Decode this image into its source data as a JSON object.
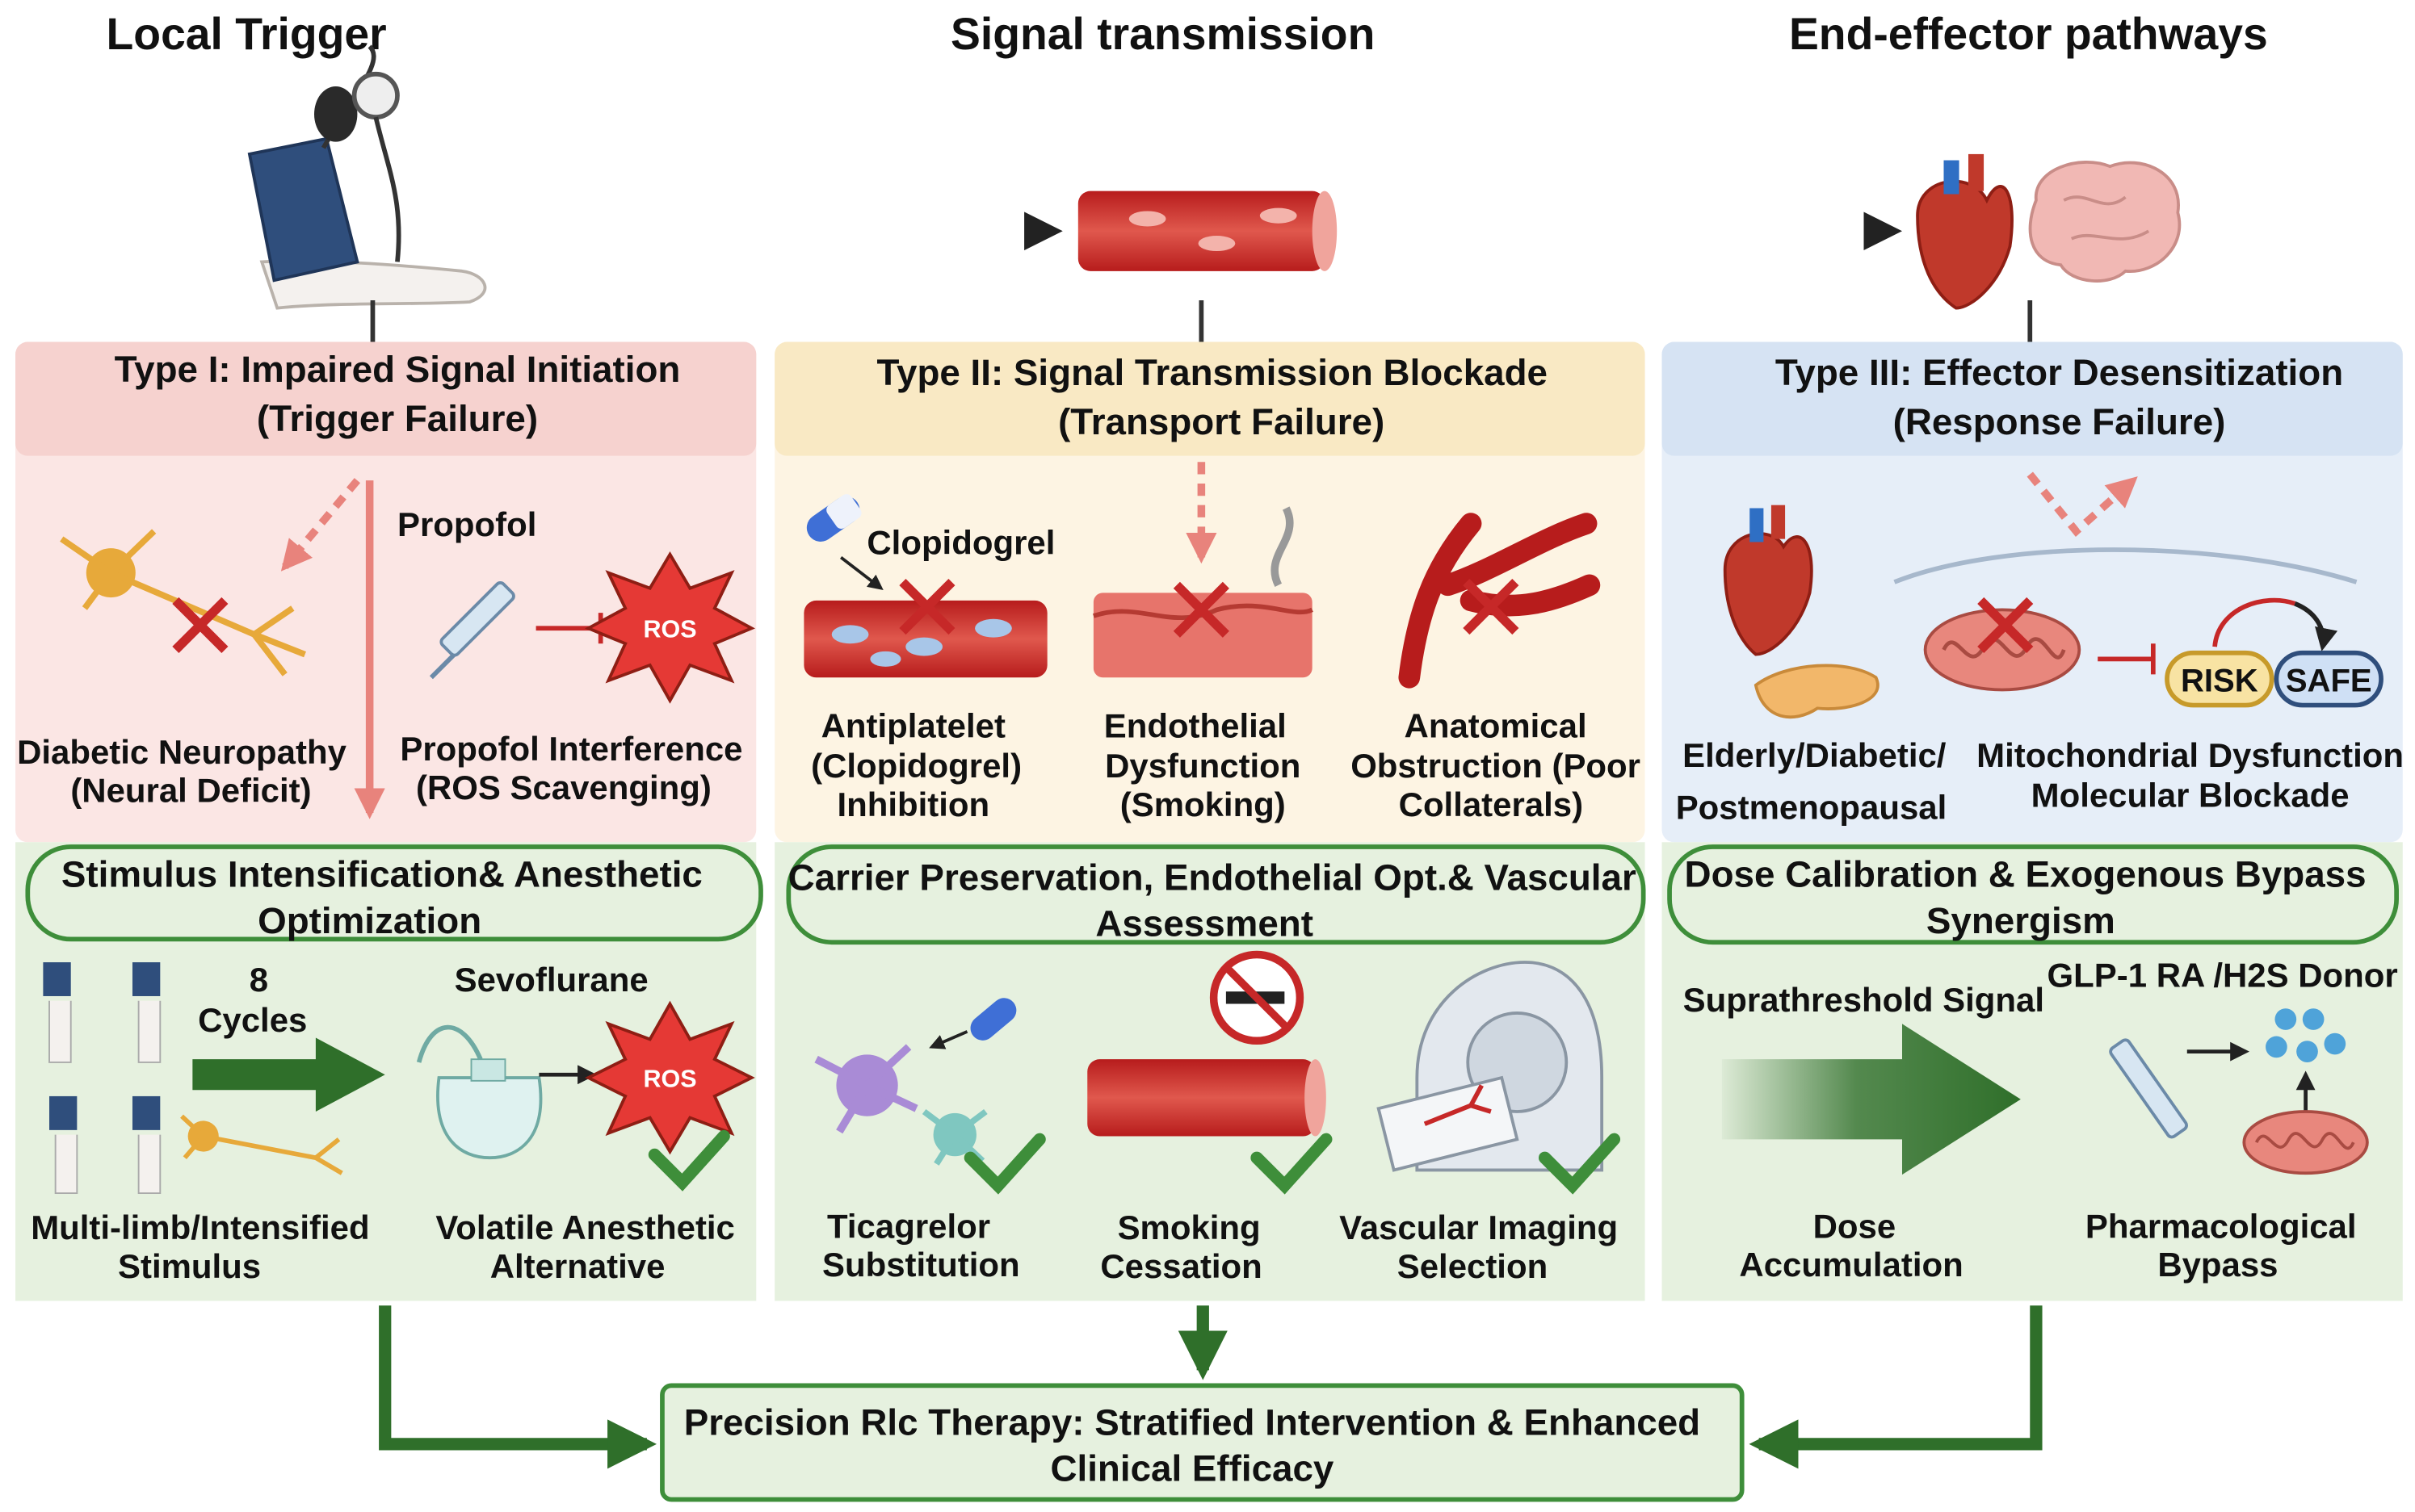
{
  "titles": {
    "local_trigger": "Local Trigger",
    "signal_transmission": "Signal transmission",
    "end_effector": "End-effector pathways"
  },
  "type1": {
    "header_line1": "Type I: Impaired Signal Initiation",
    "header_line2": "(Trigger Failure)",
    "propofol": "Propofol",
    "ros": "ROS",
    "neuropathy_line1": "Diabetic Neuropathy",
    "neuropathy_line2": "(Neural Deficit)",
    "interference_line1": "Propofol Interference",
    "interference_line2": "(ROS Scavenging)",
    "strategy_line1": "Stimulus Intensification& Anesthetic",
    "strategy_line2": "Optimization",
    "cycles_number": "8",
    "cycles_word": "Cycles",
    "sevoflurane": "Sevoflurane",
    "ros2": "ROS",
    "multilimb_line1": "Multi-limb/Intensified",
    "multilimb_line2": "Stimulus",
    "volatile_line1": "Volatile Anesthetic",
    "volatile_line2": "Alternative"
  },
  "type2": {
    "header_line1": "Type II: Signal Transmission Blockade",
    "header_line2": "(Transport Failure)",
    "clopidogrel": "Clopidogrel",
    "antiplatelet_line1": "Antiplatelet",
    "antiplatelet_line2": "(Clopidogrel)",
    "antiplatelet_line3": "Inhibition",
    "endothelial_line1": "Endothelial",
    "endothelial_line2": "Dysfunction",
    "endothelial_line3": "(Smoking)",
    "anatomical_line1": "Anatomical",
    "anatomical_line2": "Obstruction (Poor",
    "anatomical_line3": "Collaterals)",
    "strategy_line1": "Carrier Preservation, Endothelial Opt.& Vascular",
    "strategy_line2": "Assessment",
    "ticagrelor_line1": "Ticagrelor",
    "ticagrelor_line2": "Substitution",
    "smoking_line1": "Smoking",
    "smoking_line2": "Cessation",
    "imaging_line1": "Vascular Imaging",
    "imaging_line2": "Selection"
  },
  "type3": {
    "header_line1": "Type III: Effector Desensitization",
    "header_line2": "(Response Failure)",
    "risk": "RISK",
    "safe": "SAFE",
    "elderly_line1": "Elderly/Diabetic/",
    "elderly_line2": "Postmenopausal",
    "mito_line1": "Mitochondrial Dysfunction",
    "mito_line2": "Molecular Blockade",
    "strategy_line1": "Dose Calibration & Exogenous Bypass",
    "strategy_line2": "Synergism",
    "suprathreshold": "Suprathreshold Signal",
    "glp1": "GLP-1 RA /H2S Donor",
    "dose_line1": "Dose",
    "dose_line2": "Accumulation",
    "pharm_line1": "Pharmacological",
    "pharm_line2": "Bypass"
  },
  "outcome": {
    "line1": "Precision Rlc Therapy:  Stratified Intervention & Enhanced",
    "line2": "Clinical Efficacy"
  },
  "colors": {
    "type1_bg": "#fbe6e4",
    "type1_header": "#f6d2cf",
    "type2_bg": "#fdf4e3",
    "type2_header": "#f9e9c4",
    "type3_bg": "#e6eef8",
    "type3_header": "#d6e3f3",
    "strategy_bg": "#e6f1df",
    "green_arrow": "#2f6f2a",
    "red_cross": "#c62828",
    "check_green": "#3e8e3a"
  }
}
